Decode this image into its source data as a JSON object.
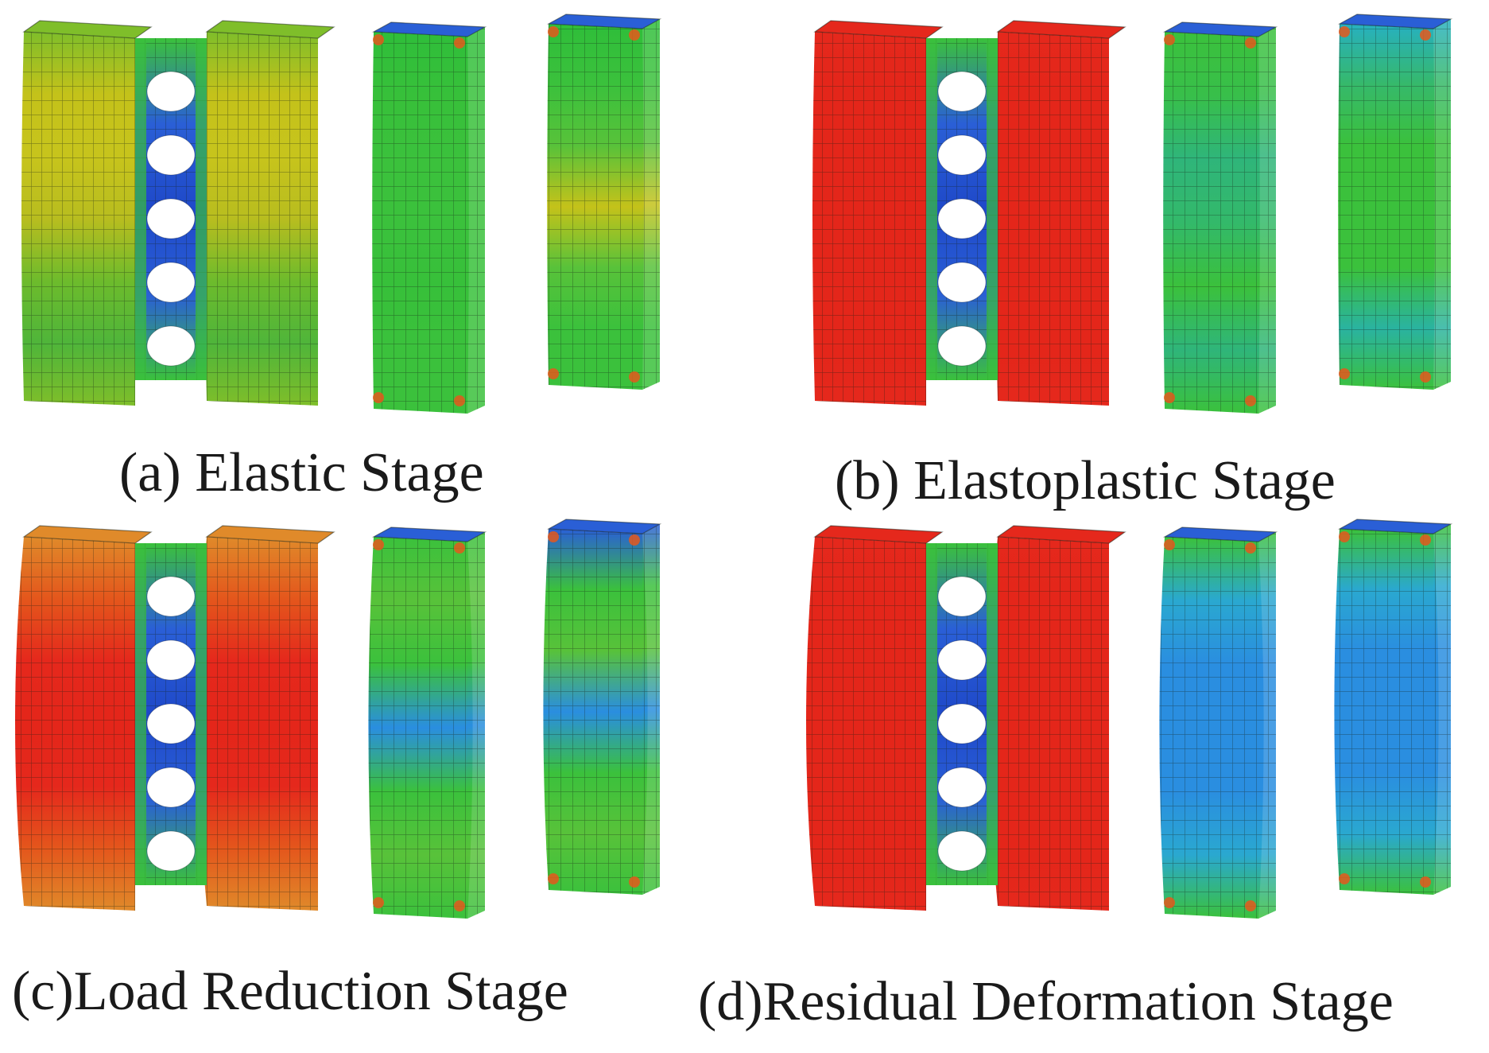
{
  "panels": [
    {
      "id": "a",
      "caption": "(a) Elastic Stage",
      "members": [
        {
          "name": "perforated-double-column",
          "field": [
            "#7fbe2a",
            "#c4c21a",
            "#c7c41c",
            "#b8bd1f",
            "#6dbb2c",
            "#4fb53a",
            "#7fbe2a"
          ],
          "web_color": "#2a5fd6"
        },
        {
          "name": "side-column-1",
          "field": [
            "#2fbe3a",
            "#37c03a",
            "#3bc13c",
            "#3bc13c",
            "#37c03a",
            "#3bc13c",
            "#3bc13c"
          ]
        },
        {
          "name": "side-column-2",
          "field": [
            "#2fbe3a",
            "#3bc13c",
            "#58c23a",
            "#c4c21a",
            "#58c23a",
            "#3bc13c",
            "#3bc13c"
          ]
        }
      ]
    },
    {
      "id": "b",
      "caption": "(b) Elastoplastic Stage",
      "members": [
        {
          "name": "perforated-double-column",
          "field": [
            "#e5281c",
            "#e4261a",
            "#e4261a",
            "#e4261a",
            "#e4261a",
            "#e4261a",
            "#e5281c"
          ],
          "web_color": "#2a5fd6"
        },
        {
          "name": "side-column-1",
          "field": [
            "#3bc13c",
            "#38bf4a",
            "#2fb57a",
            "#33b96a",
            "#3bc13c",
            "#2fb57a",
            "#3bc13c"
          ]
        },
        {
          "name": "side-column-2",
          "field": [
            "#27b0c0",
            "#36b96a",
            "#3bc13c",
            "#3bc13c",
            "#3bc13c",
            "#2ab3a0",
            "#3bc13c"
          ]
        }
      ]
    },
    {
      "id": "c",
      "caption": "(c)Load Reduction Stage",
      "members": [
        {
          "name": "perforated-double-column",
          "field": [
            "#e08a2a",
            "#e4561c",
            "#e5281c",
            "#e4261a",
            "#e5281c",
            "#e4561c",
            "#e08a2a"
          ],
          "web_color": "#2a5fd6"
        },
        {
          "name": "side-column-1",
          "field": [
            "#3bc13c",
            "#58c23a",
            "#3bc13c",
            "#2a8ee0",
            "#3bc13c",
            "#58c23a",
            "#3bc13c"
          ]
        },
        {
          "name": "side-column-2",
          "field": [
            "#2a5fd6",
            "#3bc13c",
            "#58c23a",
            "#2a8ee0",
            "#3bc13c",
            "#58c23a",
            "#3bc13c"
          ]
        }
      ]
    },
    {
      "id": "d",
      "caption": "(d)Residual Deformation Stage",
      "members": [
        {
          "name": "perforated-double-column",
          "field": [
            "#e5281c",
            "#e4261a",
            "#e4261a",
            "#e4261a",
            "#e4261a",
            "#e4261a",
            "#e5281c"
          ],
          "web_color": "#2a5fd6"
        },
        {
          "name": "side-column-1",
          "field": [
            "#3bc13c",
            "#2aa8d0",
            "#2a8ee0",
            "#2a8ee0",
            "#2a8ee0",
            "#2aa8d0",
            "#3bc13c"
          ]
        },
        {
          "name": "side-column-2",
          "field": [
            "#3bc13c",
            "#2aa8d0",
            "#2a8ee0",
            "#2a8ee0",
            "#2a8ee0",
            "#2aa8d0",
            "#3bc13c"
          ]
        }
      ]
    }
  ]
}
